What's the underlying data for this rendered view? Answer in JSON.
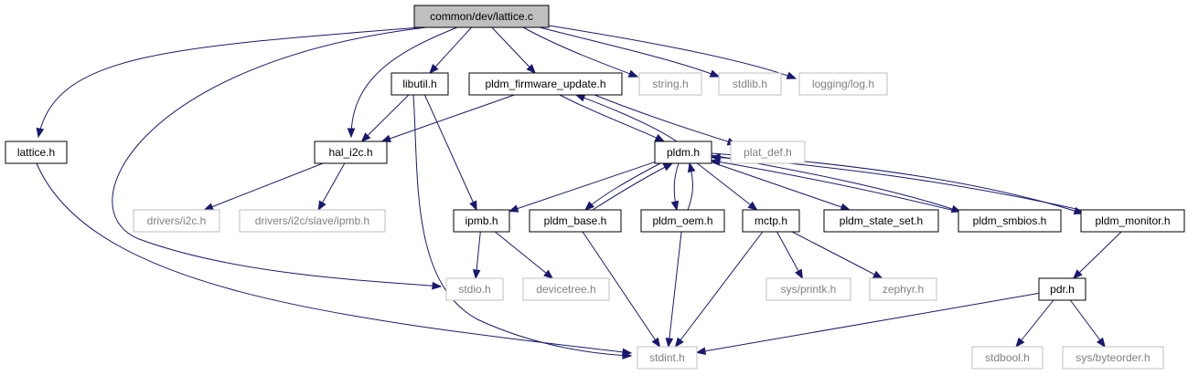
{
  "colors": {
    "edge": "#191970",
    "root_fill": "#bfbfbf",
    "root_border": "#000000",
    "doc_border": "#000000",
    "external_border": "#bfbfbf",
    "doc_text": "#000000",
    "external_text": "#808080"
  },
  "nodes": [
    {
      "id": "root",
      "label": "common/dev/lattice.c",
      "kind": "root"
    },
    {
      "id": "lattice_h",
      "label": "lattice.h",
      "kind": "documented"
    },
    {
      "id": "hal_i2c_h",
      "label": "hal_i2c.h",
      "kind": "documented"
    },
    {
      "id": "libutil_h",
      "label": "libutil.h",
      "kind": "documented"
    },
    {
      "id": "pldm_fw_h",
      "label": "pldm_firmware_update.h",
      "kind": "documented"
    },
    {
      "id": "string_h",
      "label": "string.h",
      "kind": "external"
    },
    {
      "id": "stdlib_h",
      "label": "stdlib.h",
      "kind": "external"
    },
    {
      "id": "log_h",
      "label": "logging/log.h",
      "kind": "external"
    },
    {
      "id": "drivers_i2c_h",
      "label": "drivers/i2c.h",
      "kind": "external"
    },
    {
      "id": "ipmb_slave_h",
      "label": "drivers/i2c/slave/ipmb.h",
      "kind": "external"
    },
    {
      "id": "pldm_h",
      "label": "pldm.h",
      "kind": "documented"
    },
    {
      "id": "plat_def_h",
      "label": "plat_def.h",
      "kind": "external"
    },
    {
      "id": "ipmb_h",
      "label": "ipmb.h",
      "kind": "documented"
    },
    {
      "id": "pldm_base_h",
      "label": "pldm_base.h",
      "kind": "documented"
    },
    {
      "id": "pldm_oem_h",
      "label": "pldm_oem.h",
      "kind": "documented"
    },
    {
      "id": "mctp_h",
      "label": "mctp.h",
      "kind": "documented"
    },
    {
      "id": "pldm_state_set_h",
      "label": "pldm_state_set.h",
      "kind": "documented"
    },
    {
      "id": "pldm_smbios_h",
      "label": "pldm_smbios.h",
      "kind": "documented"
    },
    {
      "id": "pldm_monitor_h",
      "label": "pldm_monitor.h",
      "kind": "documented"
    },
    {
      "id": "stdio_h",
      "label": "stdio.h",
      "kind": "external"
    },
    {
      "id": "devicetree_h",
      "label": "devicetree.h",
      "kind": "external"
    },
    {
      "id": "printk_h",
      "label": "sys/printk.h",
      "kind": "external"
    },
    {
      "id": "zephyr_h",
      "label": "zephyr.h",
      "kind": "external"
    },
    {
      "id": "pdr_h",
      "label": "pdr.h",
      "kind": "documented"
    },
    {
      "id": "stdint_h",
      "label": "stdint.h",
      "kind": "external"
    },
    {
      "id": "stdbool_h",
      "label": "stdbool.h",
      "kind": "external"
    },
    {
      "id": "byteorder_h",
      "label": "sys/byteorder.h",
      "kind": "external"
    }
  ],
  "edges": [
    {
      "from": "root",
      "to": "lattice_h"
    },
    {
      "from": "root",
      "to": "hal_i2c_h"
    },
    {
      "from": "root",
      "to": "libutil_h"
    },
    {
      "from": "root",
      "to": "pldm_fw_h"
    },
    {
      "from": "root",
      "to": "string_h"
    },
    {
      "from": "root",
      "to": "stdlib_h"
    },
    {
      "from": "root",
      "to": "log_h"
    },
    {
      "from": "root",
      "to": "stdio_h"
    },
    {
      "from": "lattice_h",
      "to": "stdint_h"
    },
    {
      "from": "libutil_h",
      "to": "hal_i2c_h"
    },
    {
      "from": "libutil_h",
      "to": "ipmb_h"
    },
    {
      "from": "libutil_h",
      "to": "stdint_h"
    },
    {
      "from": "pldm_fw_h",
      "to": "hal_i2c_h"
    },
    {
      "from": "pldm_fw_h",
      "to": "pldm_h"
    },
    {
      "from": "pldm_fw_h",
      "to": "plat_def_h"
    },
    {
      "from": "hal_i2c_h",
      "to": "drivers_i2c_h"
    },
    {
      "from": "hal_i2c_h",
      "to": "ipmb_slave_h"
    },
    {
      "from": "pldm_h",
      "to": "pldm_fw_h"
    },
    {
      "from": "pldm_h",
      "to": "ipmb_h"
    },
    {
      "from": "pldm_h",
      "to": "pldm_base_h"
    },
    {
      "from": "pldm_h",
      "to": "pldm_oem_h"
    },
    {
      "from": "pldm_h",
      "to": "mctp_h"
    },
    {
      "from": "pldm_h",
      "to": "pldm_state_set_h"
    },
    {
      "from": "pldm_h",
      "to": "pldm_smbios_h"
    },
    {
      "from": "pldm_h",
      "to": "pldm_monitor_h"
    },
    {
      "from": "pldm_base_h",
      "to": "pldm_h"
    },
    {
      "from": "pldm_base_h",
      "to": "stdint_h"
    },
    {
      "from": "pldm_oem_h",
      "to": "pldm_h"
    },
    {
      "from": "pldm_oem_h",
      "to": "stdint_h"
    },
    {
      "from": "pldm_smbios_h",
      "to": "pldm_h"
    },
    {
      "from": "pldm_monitor_h",
      "to": "pldm_h"
    },
    {
      "from": "pldm_monitor_h",
      "to": "pdr_h"
    },
    {
      "from": "ipmb_h",
      "to": "stdio_h"
    },
    {
      "from": "ipmb_h",
      "to": "devicetree_h"
    },
    {
      "from": "mctp_h",
      "to": "printk_h"
    },
    {
      "from": "mctp_h",
      "to": "zephyr_h"
    },
    {
      "from": "mctp_h",
      "to": "stdint_h"
    },
    {
      "from": "pdr_h",
      "to": "stdint_h"
    },
    {
      "from": "pdr_h",
      "to": "stdbool_h"
    },
    {
      "from": "pdr_h",
      "to": "byteorder_h"
    }
  ]
}
